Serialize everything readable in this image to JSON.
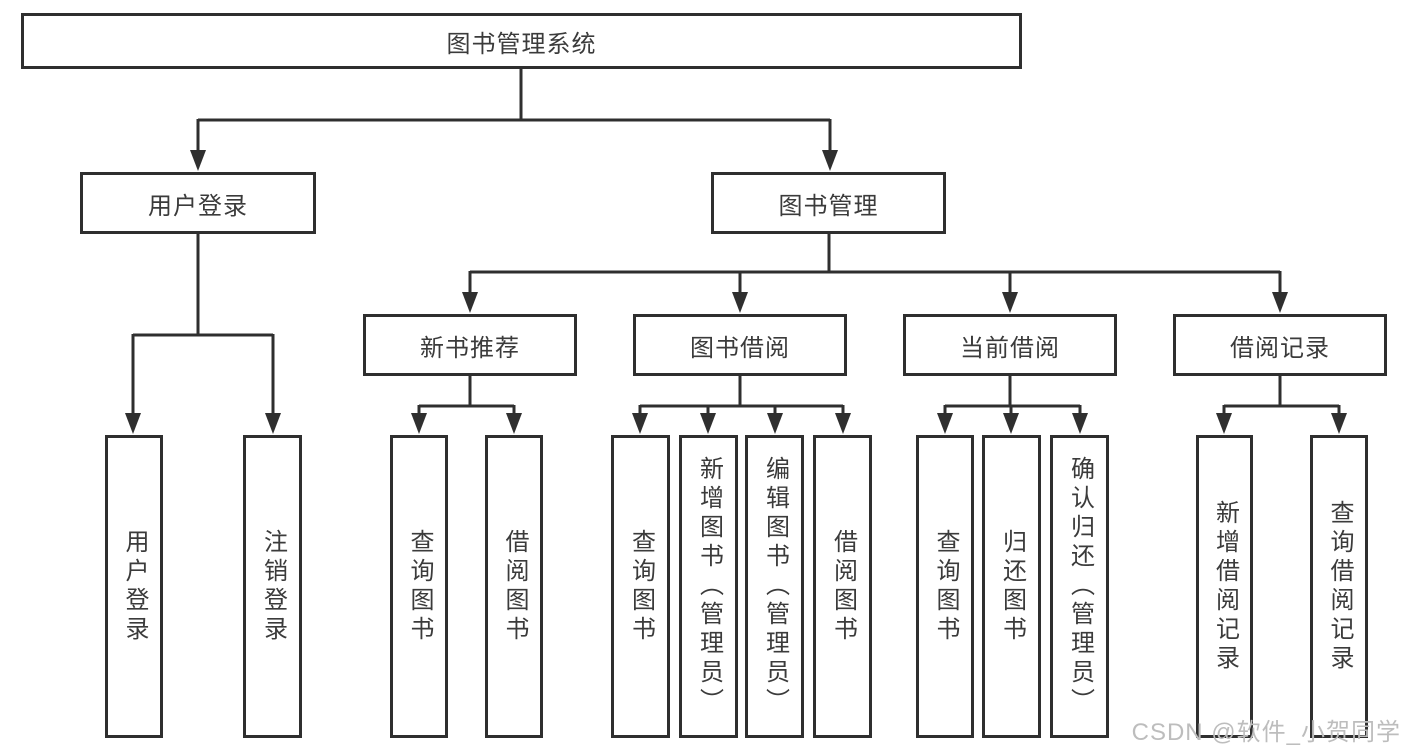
{
  "tree": {
    "root": {
      "label": "图书管理系统"
    },
    "branches": [
      {
        "label": "用户登录",
        "children": [
          {
            "label": "用户登录"
          },
          {
            "label": "注销登录"
          }
        ]
      },
      {
        "label": "图书管理",
        "children": [
          {
            "label": "新书推荐",
            "children": [
              {
                "label": "查询图书"
              },
              {
                "label": "借阅图书"
              }
            ]
          },
          {
            "label": "图书借阅",
            "children": [
              {
                "label": "查询图书"
              },
              {
                "label": "新增图书（管理员）"
              },
              {
                "label": "编辑图书（管理员）"
              },
              {
                "label": "借阅图书"
              }
            ]
          },
          {
            "label": "当前借阅",
            "children": [
              {
                "label": "查询图书"
              },
              {
                "label": "归还图书"
              },
              {
                "label": "确认归还（管理员）"
              }
            ]
          },
          {
            "label": "借阅记录",
            "children": [
              {
                "label": "新增借阅记录"
              },
              {
                "label": "查询借阅记录"
              }
            ]
          }
        ]
      }
    ]
  },
  "watermark": {
    "text": "CSDN @软件_小贺同学"
  },
  "colors": {
    "line": "#2f2f2f",
    "text": "#3b3b3b",
    "watermark": "#bdbdbd",
    "background": "#ffffff"
  }
}
